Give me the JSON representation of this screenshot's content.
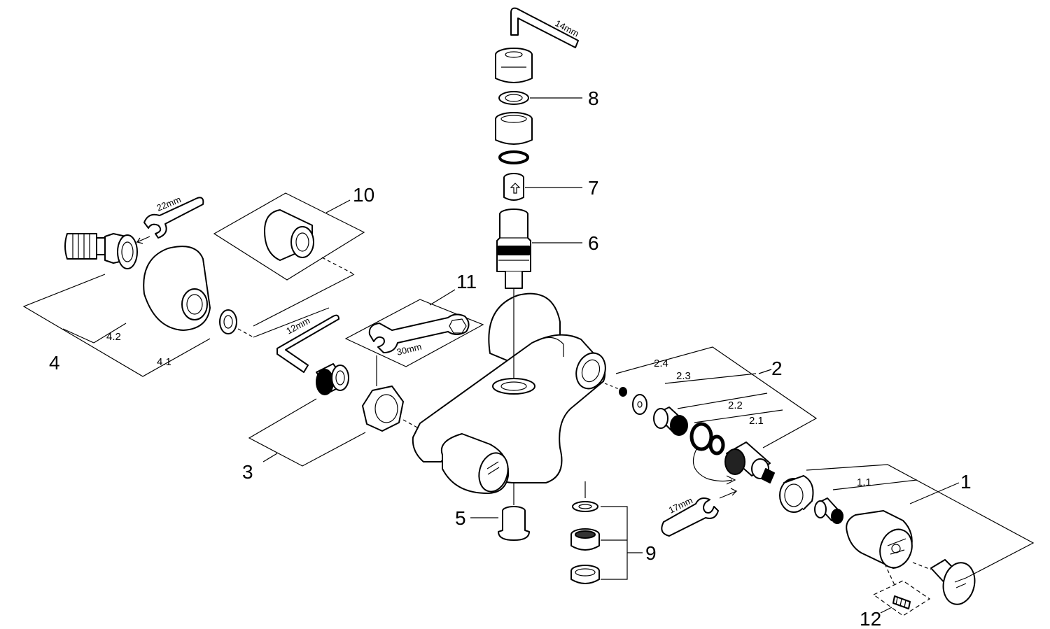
{
  "labels": {
    "p1": "1",
    "p1_1": "1.1",
    "p2": "2",
    "p2_1": "2.1",
    "p2_2": "2.2",
    "p2_3": "2.3",
    "p2_4": "2.4",
    "p3": "3",
    "p4": "4",
    "p4_1": "4.1",
    "p4_2": "4.2",
    "p5": "5",
    "p6": "6",
    "p7": "7",
    "p8": "8",
    "p9": "9",
    "p10": "10",
    "p11": "11",
    "p12": "12"
  },
  "tools": {
    "hex_14": "14mm",
    "wrench_22": "22mm",
    "hex_12": "12mm",
    "wrench_30": "30mm",
    "wrench_17": "17mm"
  }
}
